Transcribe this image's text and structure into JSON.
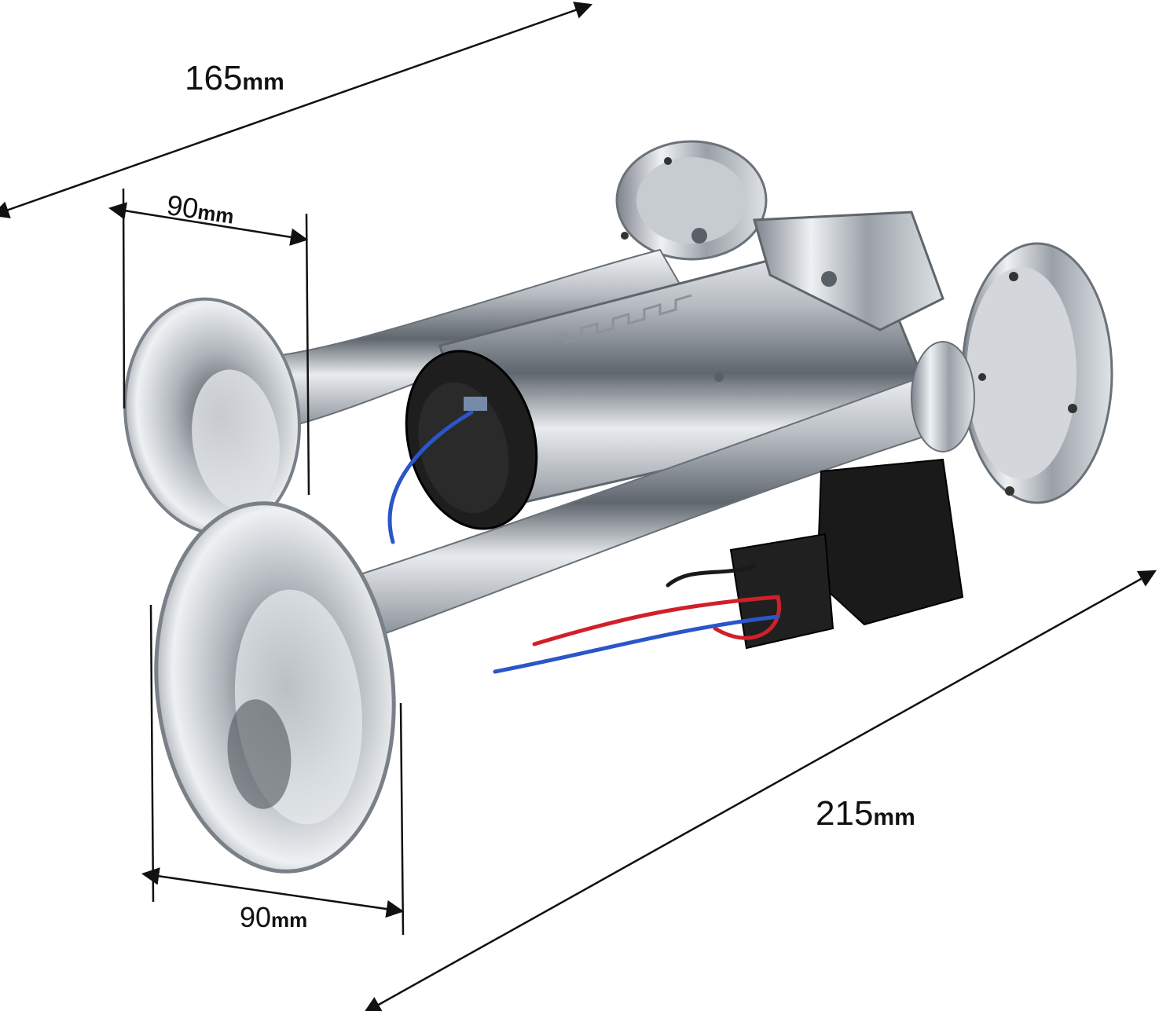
{
  "product": "dual trumpet electric air horn with compressor",
  "dimensions": [
    {
      "id": "total-width",
      "value": "165",
      "unit": "mm"
    },
    {
      "id": "bell-1-depth",
      "value": "90",
      "unit": "mm"
    },
    {
      "id": "bell-2-depth",
      "value": "90",
      "unit": "mm"
    },
    {
      "id": "total-length",
      "value": "215",
      "unit": "mm"
    }
  ],
  "colors": {
    "chrome": "#c9cdd2",
    "chrome_dark": "#5d636b",
    "plastic": "#1b1b1b",
    "wire_red": "#d0202a",
    "wire_blue": "#2a56c8"
  }
}
